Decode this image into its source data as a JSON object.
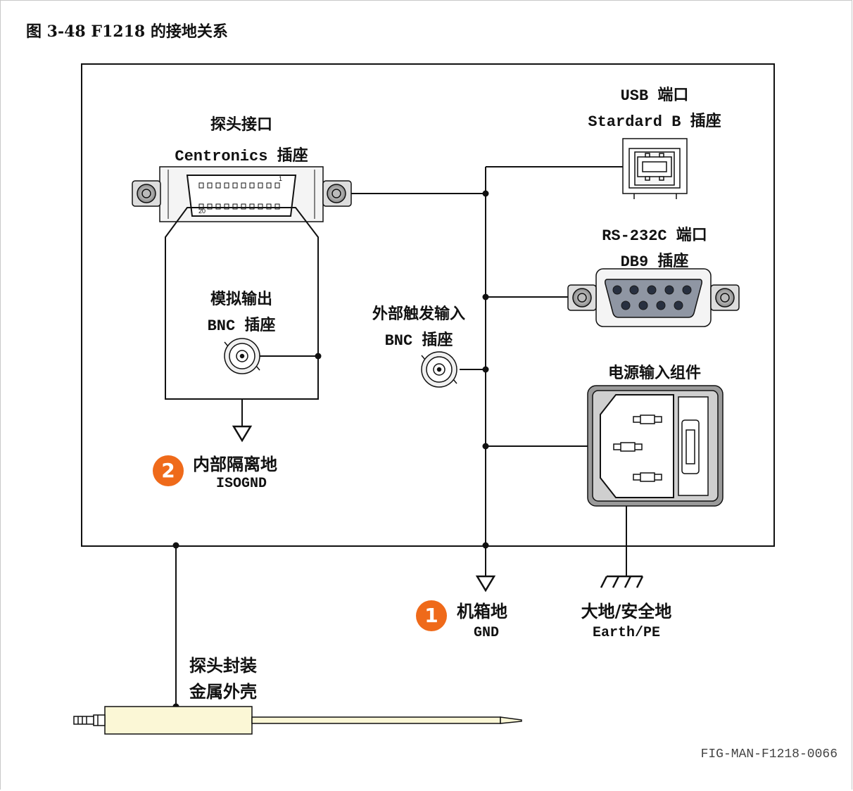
{
  "figure": {
    "title": "图 3-48 F1218 的接地关系",
    "code": "FIG-MAN-F1218-0066"
  },
  "probe_interface": {
    "name": "探头接口",
    "connector": "Centronics 插座",
    "pin1": "1",
    "pin20": "20"
  },
  "usb": {
    "name": "USB 端口",
    "connector": "Stardard B 插座"
  },
  "rs232": {
    "name": "RS-232C 端口",
    "connector": "DB9 插座"
  },
  "analog_out": {
    "name": "模拟输出",
    "connector": "BNC 插座"
  },
  "ext_trigger": {
    "name": "外部触发输入",
    "connector": "BNC 插座"
  },
  "power": {
    "name": "电源输入组件"
  },
  "grounds": {
    "iso": {
      "badge": "2",
      "name": "内部隔离地",
      "code": "ISOGND"
    },
    "chassis": {
      "badge": "1",
      "name": "机箱地",
      "code": "GND"
    },
    "earth": {
      "name": "大地/安全地",
      "code": "Earth/PE"
    }
  },
  "probe_shell": {
    "line1": "探头封装",
    "line2": "金属外壳"
  },
  "colors": {
    "badge": "#ef6a1a",
    "probe_body": "#fbf7d6",
    "line": "#111111"
  }
}
